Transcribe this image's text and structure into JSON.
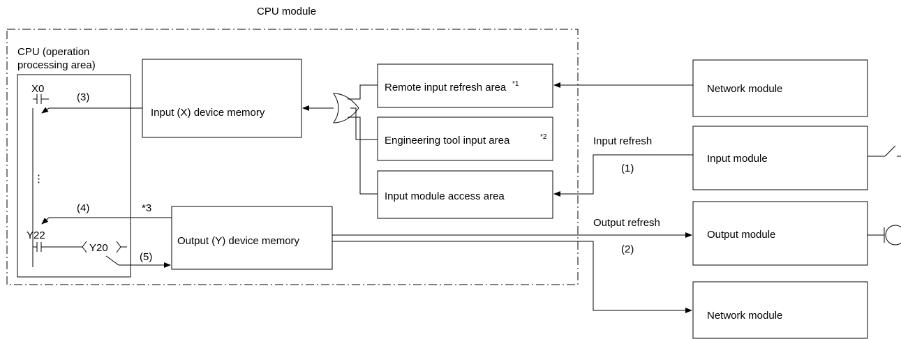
{
  "cpu_module_label": "CPU module",
  "cpu_area_label_line1": "CPU (operation",
  "cpu_area_label_line2": "processing area)",
  "input_device_memory": "Input (X) device memory",
  "output_device_memory": "Output (Y) device memory",
  "remote_input_refresh_area": "Remote input refresh area",
  "remote_input_note": "*1",
  "engineering_tool_input_area": "Engineering tool input area",
  "engineering_tool_note": "*2",
  "input_module_access_area": "Input module access area",
  "network_module_top": "Network module",
  "input_module": "Input module",
  "output_module": "Output module",
  "network_module_bottom": "Network module",
  "input_refresh": "Input refresh",
  "output_refresh": "Output refresh",
  "step_1": "(1)",
  "step_2": "(2)",
  "step_3": "(3)",
  "step_4": "(4)",
  "step_5": "(5)",
  "note_3": "*3",
  "contact_x0": "X0",
  "contact_y22": "Y22",
  "coil_y20": "Y20",
  "ellipsis": "⋮"
}
